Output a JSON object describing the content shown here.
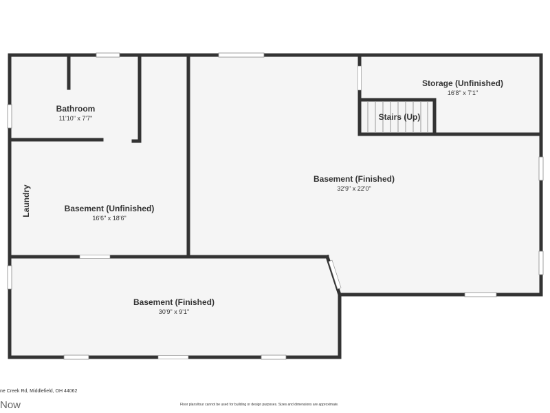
{
  "rooms": {
    "bathroom": {
      "name": "Bathroom",
      "dims": "11'10\" x 7'7\""
    },
    "storage": {
      "name": "Storage (Unfinished)",
      "dims": "16'8\" x 7'1\""
    },
    "stairs": {
      "name": "Stairs (Up)"
    },
    "laundry": {
      "name": "Laundry"
    },
    "basement_unfinished": {
      "name": "Basement (Unfinished)",
      "dims": "16'6\" x 18'6\""
    },
    "basement_finished_main": {
      "name": "Basement (Finished)",
      "dims": "32'9\" x 22'0\""
    },
    "basement_finished_lower": {
      "name": "Basement (Finished)",
      "dims": "30'9\" x 9'1\""
    }
  },
  "footer": {
    "address": "ne Creek Rd, Middlefield, OH 44062",
    "disclaimer": "Floor plans/tour cannot be used for building or design purposes. Sizes and dimensions are approximate.",
    "brand": "Now"
  },
  "colors": {
    "wall": "#333333",
    "floor": "#f5f5f5",
    "window": "#ffffff",
    "text": "#333333"
  }
}
